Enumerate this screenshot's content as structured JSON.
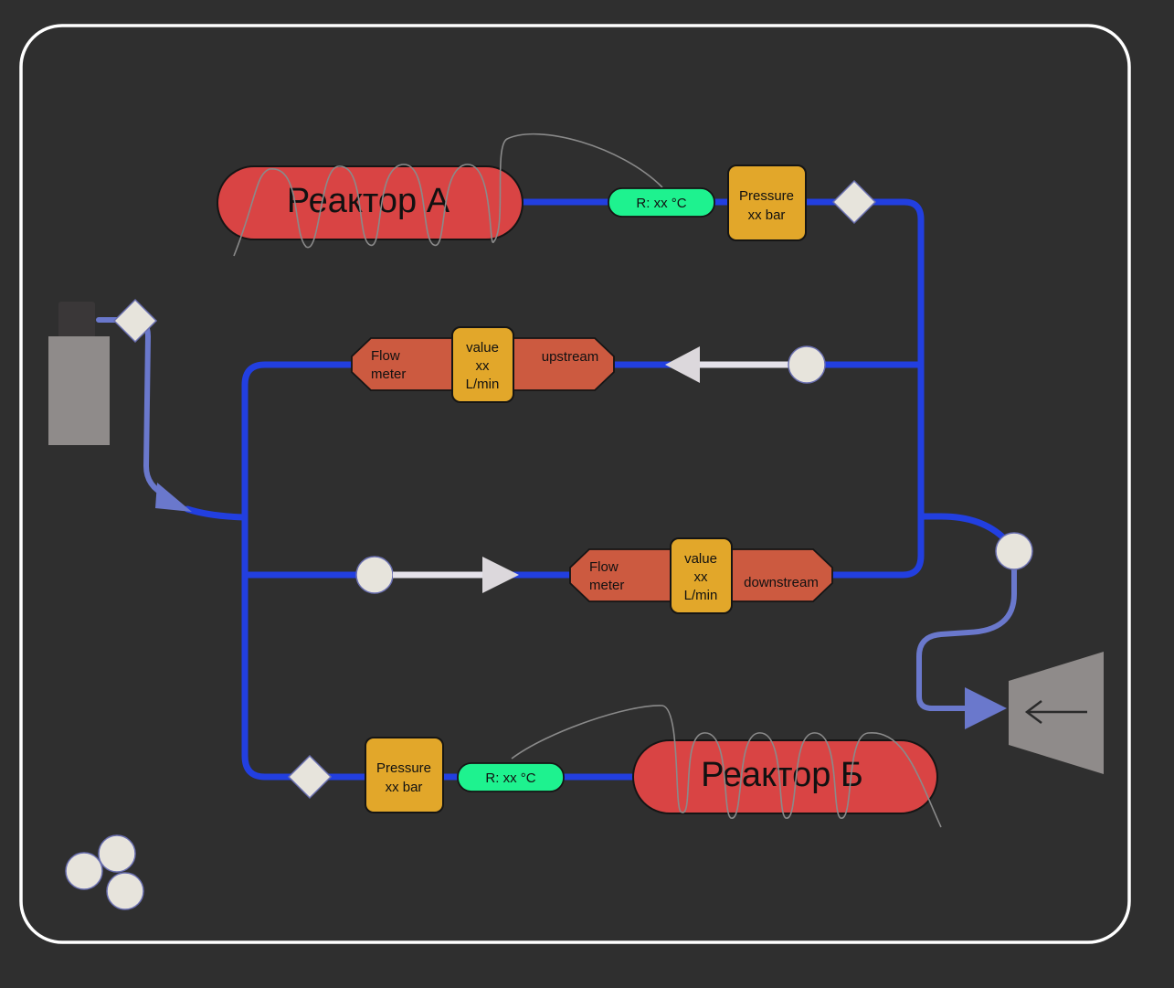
{
  "reactors": {
    "a": {
      "label": "Реактор А"
    },
    "b": {
      "label": "Реактор Б"
    }
  },
  "temperature_sensors": {
    "top": {
      "label": "R: xx °C"
    },
    "bottom": {
      "label": "R: xx °C"
    }
  },
  "pressure_sensors": {
    "top": {
      "line1": "Pressure",
      "line2": "xx bar"
    },
    "bottom": {
      "line1": "Pressure",
      "line2": "xx bar"
    }
  },
  "flow_meters": {
    "upstream": {
      "name1": "Flow",
      "name2": "meter",
      "value1": "value",
      "value2": "xx",
      "value3": "L/min",
      "direction": "upstream"
    },
    "downstream": {
      "name1": "Flow",
      "name2": "meter",
      "value1": "value",
      "value2": "xx",
      "value3": "L/min",
      "direction": "downstream"
    }
  },
  "colors": {
    "background": "#2f2f2f",
    "frame": "#ffffff",
    "pipe": "#223fe0",
    "pipe_light": "#6a78cc",
    "reactor": "#d94444",
    "temperature_sensor": "#1ef28f",
    "pressure_sensor": "#e2a72a",
    "flow_meter": "#cc5a40",
    "node": "#e7e4dc",
    "equipment_gray": "#8f8b8a"
  },
  "icons": [
    "gas-cylinder-icon",
    "pump-icon",
    "arrow-left-icon",
    "valve-diamond-icon",
    "node-circle-icon",
    "direction-arrow-icon"
  ]
}
